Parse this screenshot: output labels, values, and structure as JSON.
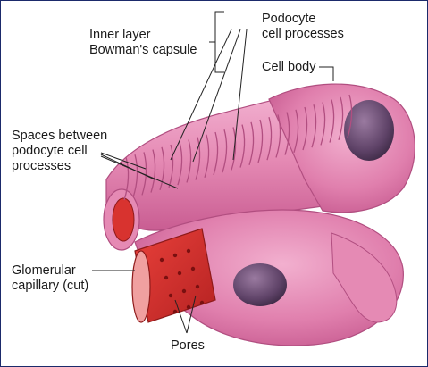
{
  "labels": {
    "inner_layer": "Inner layer\nBowman's capsule",
    "podocyte_processes": "Podocyte\ncell processes",
    "cell_body": "Cell body",
    "spaces": "Spaces between\npodocyte cell\nprocesses",
    "capillary": "Glomerular\ncapillary (cut)",
    "pores": "Pores"
  },
  "colors": {
    "tissue": "#e58ab4",
    "tissue_dark": "#c95d92",
    "capillary_red": "#d8332f",
    "nucleus": "#5e4267",
    "border": "#1b2a6b"
  }
}
